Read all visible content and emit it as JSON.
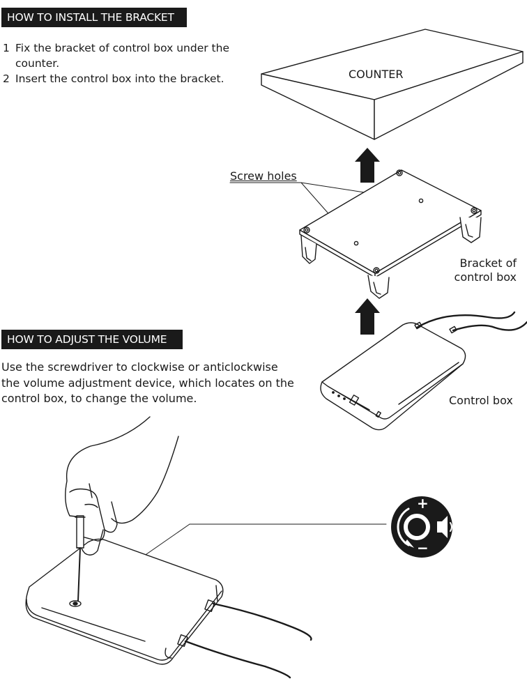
{
  "install": {
    "title": "HOW TO INSTALL THE BRACKET",
    "steps": [
      {
        "num": "1",
        "text": "Fix the bracket of control box under the counter."
      },
      {
        "num": "2",
        "text": "Insert the control box into the bracket."
      }
    ]
  },
  "volume": {
    "title": "HOW TO ADJUST THE VOLUME",
    "text": "Use the screwdriver to clockwise or anticlockwise the volume adjustment device, which locates on the control box, to change the volume."
  },
  "labels": {
    "counter": "COUNTER",
    "screw_holes": "Screw holes",
    "bracket_line1": "Bracket of",
    "bracket_line2": "control box",
    "control_box": "Control box"
  },
  "icon": {
    "plus": "+",
    "minus": "−"
  },
  "colors": {
    "ink": "#1a1a1a",
    "paper": "#ffffff"
  }
}
